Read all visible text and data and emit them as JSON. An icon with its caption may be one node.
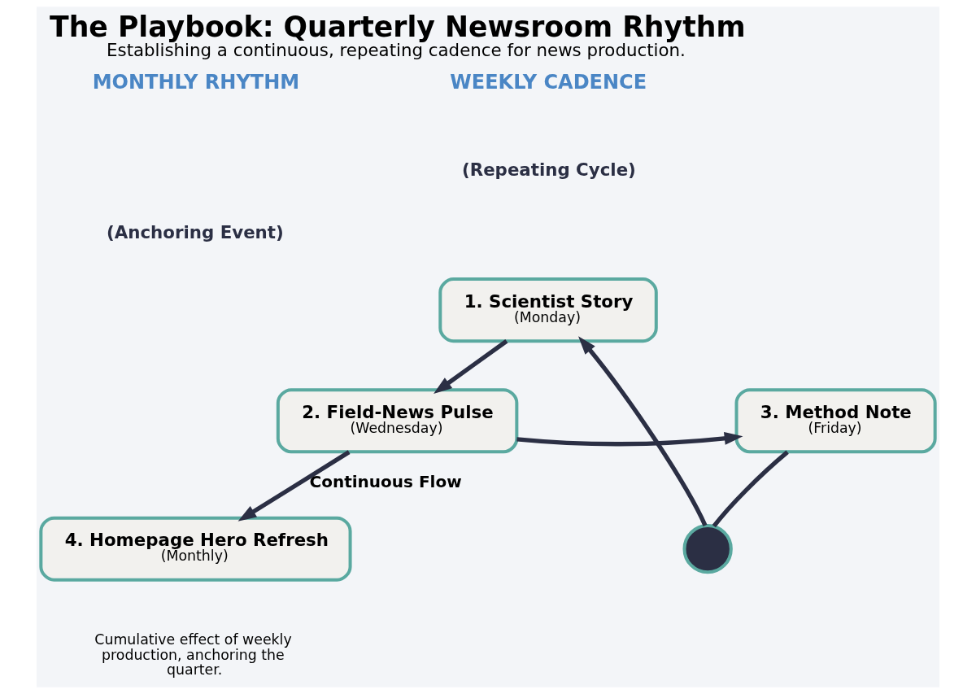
{
  "diagram": {
    "title": "The Playbook: Quarterly Newsroom Rhythm",
    "caption": "Establishing a continuous, repeating cadence for news production.",
    "nodes": [
      {
        "text": [
          "1. Scientist Story",
          "(Monday)"
        ]
      },
      {
        "text": [
          "2. Field-News Pulse",
          "(Wednesday)"
        ]
      },
      {
        "text": [
          "3. Method Note",
          "(Friday)"
        ]
      },
      {
        "text": [],
        "shape": "circle"
      },
      {
        "text": [
          "4. Homepage Hero Refresh",
          "(Monthly)"
        ],
        "beside": [
          "Cumulative effect of weekly production, anchoring the quarter."
        ]
      }
    ],
    "edges": [
      {
        "from": 0,
        "to": 1,
        "arrow": "to"
      },
      {
        "from": 1,
        "to": 2,
        "arrow": "to"
      },
      {
        "from": 2,
        "to": 3,
        "arrow": "none"
      },
      {
        "from": 3,
        "to": 0,
        "arrow": "to"
      },
      {
        "from": 1,
        "to": 4,
        "arrow": "to",
        "label": "Continuous Flow"
      }
    ],
    "labels": [
      "WEEKLY CADENCE",
      "(Repeating Cycle)",
      "MONTHLY RHYTHM",
      "(Anchoring Event)"
    ]
  }
}
